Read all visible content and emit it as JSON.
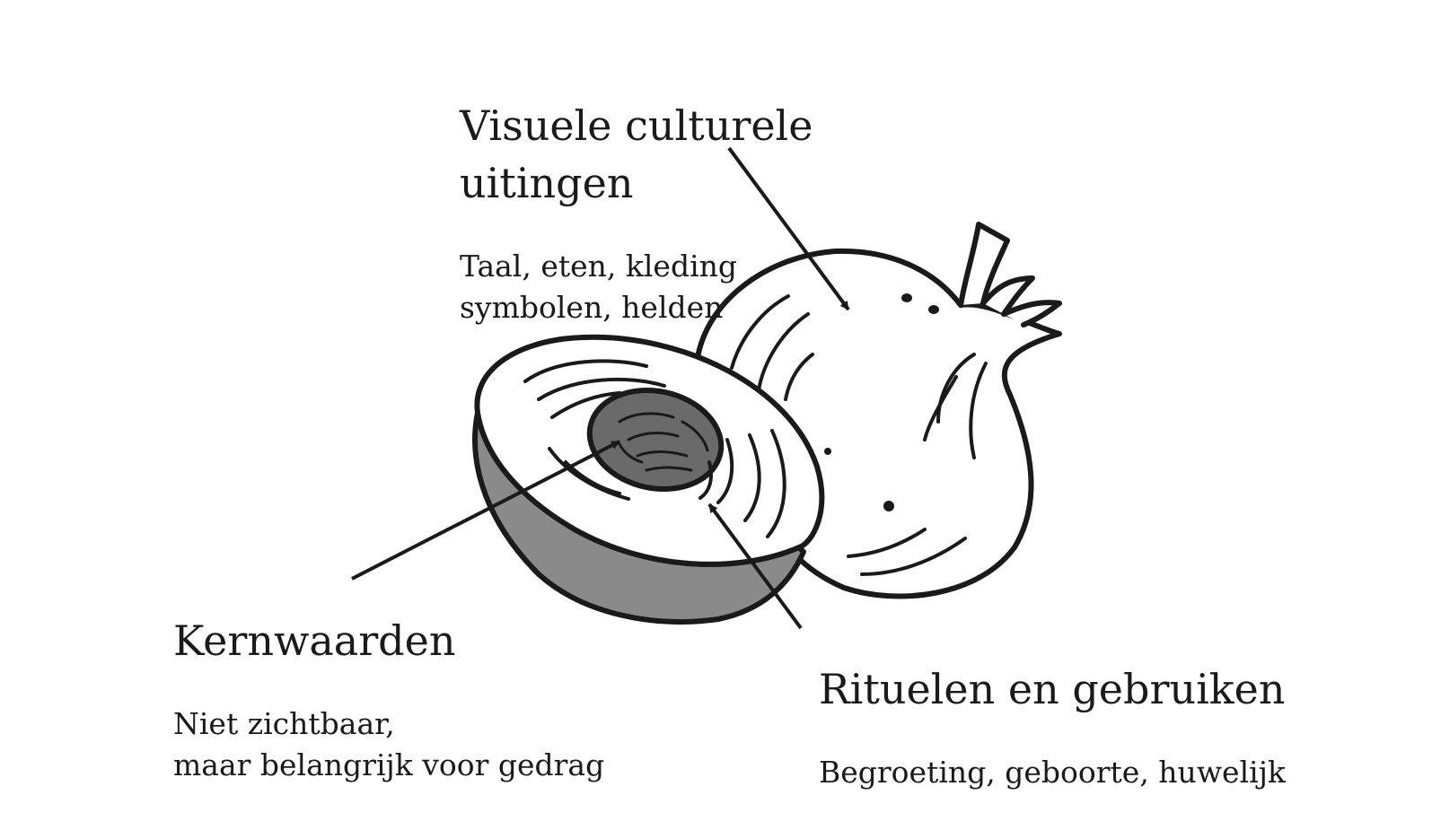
{
  "diagram": {
    "layers": {
      "visual": {
        "title_line1": "Visuele culturele",
        "title_line2": "uitingen",
        "detail_line1": "Taal, eten, kleding",
        "detail_line2": "symbolen, helden"
      },
      "core": {
        "title": "Kernwaarden",
        "detail_line1": "Niet zichtbaar,",
        "detail_line2": "maar belangrijk voor gedrag"
      },
      "rituals": {
        "title": "Rituelen en gebruiken",
        "detail_line1": "Begroeting, geboorte, huwelijk"
      }
    },
    "colors": {
      "ink": "#1a1a1a",
      "cut_side_fill": "#8a8a8a",
      "core_fill": "#6a6a6a",
      "background": "#ffffff"
    },
    "icons": [
      "whole-onion-icon",
      "half-onion-icon"
    ]
  }
}
